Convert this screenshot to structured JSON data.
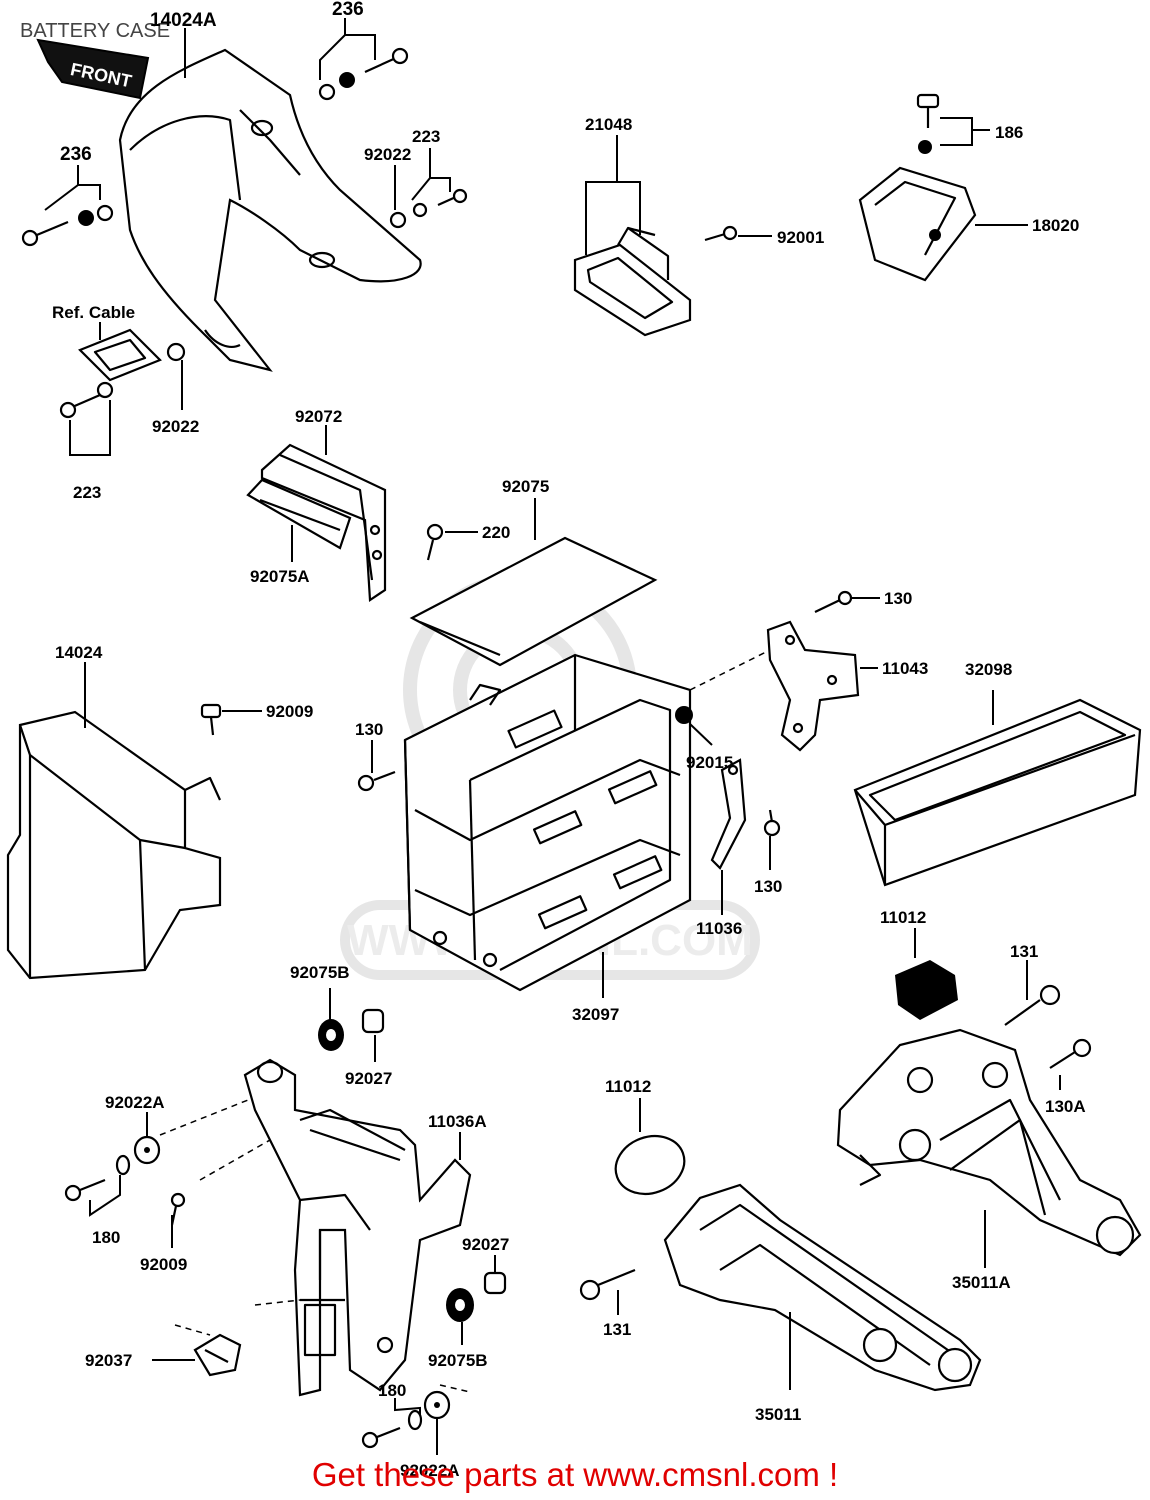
{
  "title": "BATTERY CASE",
  "front_tag": "FRONT",
  "footer": "Get these parts at www.cmsnl.com !",
  "watermark": "WWW.CMSNL.COM",
  "labels": {
    "p14024A": "14024A",
    "p236a": "236",
    "p236b": "236",
    "p92022a": "92022",
    "p223a": "223",
    "refcable": "Ref. Cable",
    "p92022b": "92022",
    "p223b": "223",
    "p21048": "21048",
    "p92001": "92001",
    "p186": "186",
    "p18020": "18020",
    "p92072": "92072",
    "p220": "220",
    "p92075A": "92075A",
    "p92075": "92075",
    "p130a": "130",
    "p11043": "11043",
    "p32098": "32098",
    "p14024": "14024",
    "p92009a": "92009",
    "p130b": "130",
    "p92015": "92015",
    "p130c": "130",
    "p11036": "11036",
    "p32097": "32097",
    "p11012a": "11012",
    "p131a": "131",
    "p130A": "130A",
    "p92075Ba": "92075B",
    "p92027a": "92027",
    "p92022Aa": "92022A",
    "p11036A": "11036A",
    "p180a": "180",
    "p92009b": "92009",
    "p11012b": "11012",
    "p92027b": "92027",
    "p92037": "92037",
    "p92075Bb": "92075B",
    "p180b": "180",
    "p92022Ab": "92022A",
    "p131b": "131",
    "p35011A": "35011A",
    "p35011": "35011"
  }
}
